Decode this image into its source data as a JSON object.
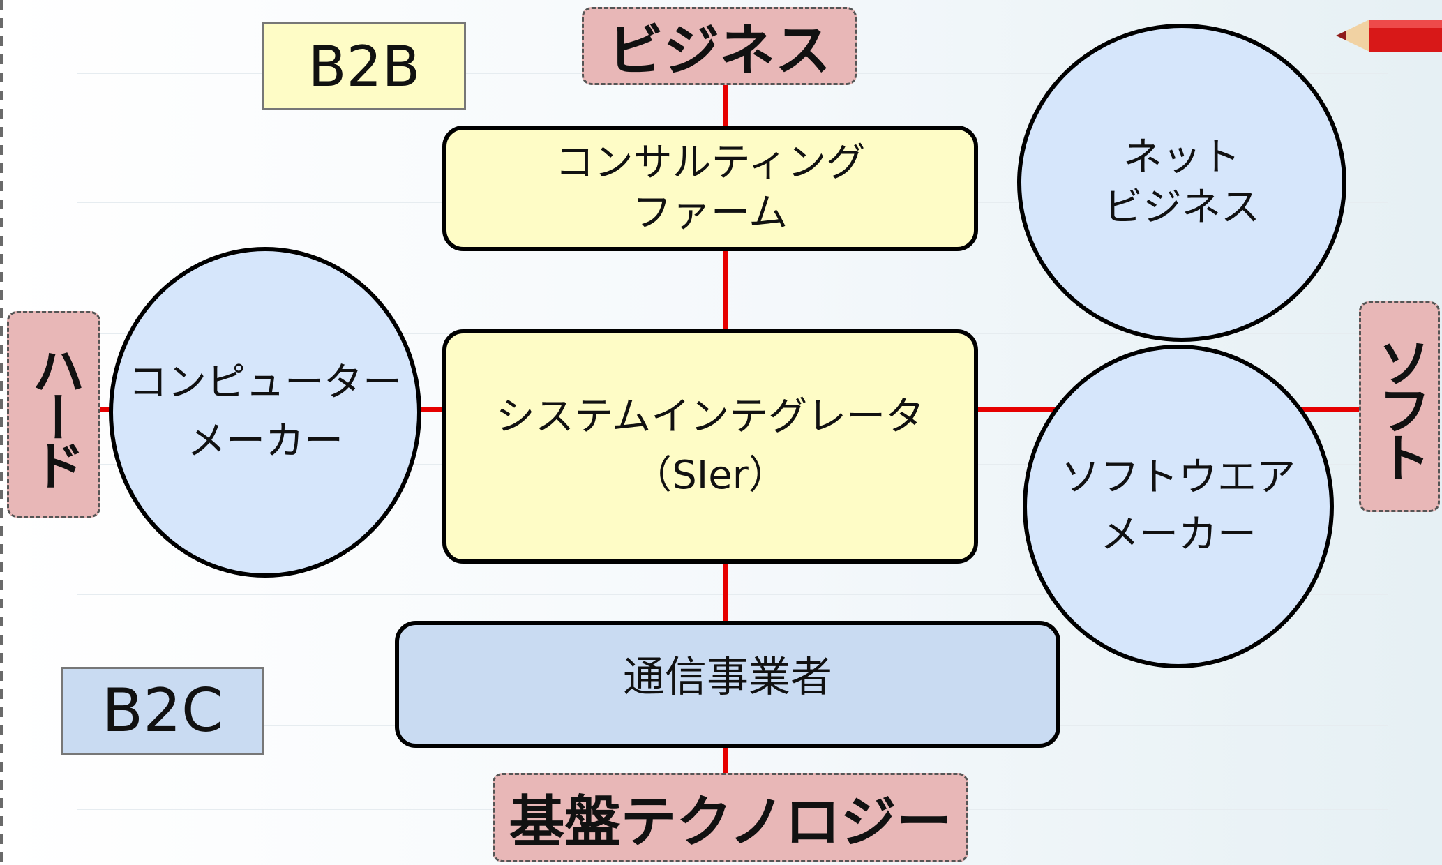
{
  "tags": {
    "b2b": "B2B",
    "b2c": "B2C",
    "business": "ビジネス",
    "tech": "基盤テクノロジー",
    "hard": "ハード",
    "soft": "ソフト"
  },
  "nodes": {
    "consulting": [
      "コンサルティング",
      "ファーム"
    ],
    "sier": [
      "システムインテグレータ",
      "（SIer）"
    ],
    "telecom": "通信事業者",
    "computer_maker": [
      "コンピューター",
      "メーカー"
    ],
    "net_business": [
      "ネット",
      "ビジネス"
    ],
    "software_maker": [
      "ソフトウエア",
      "メーカー"
    ]
  },
  "colors": {
    "connector": "#e60000",
    "yellow_box": "#fefcc6",
    "blue_box": "#c9dbf2",
    "circle": "#d6e6fb",
    "tag": "#e8b7b7"
  }
}
